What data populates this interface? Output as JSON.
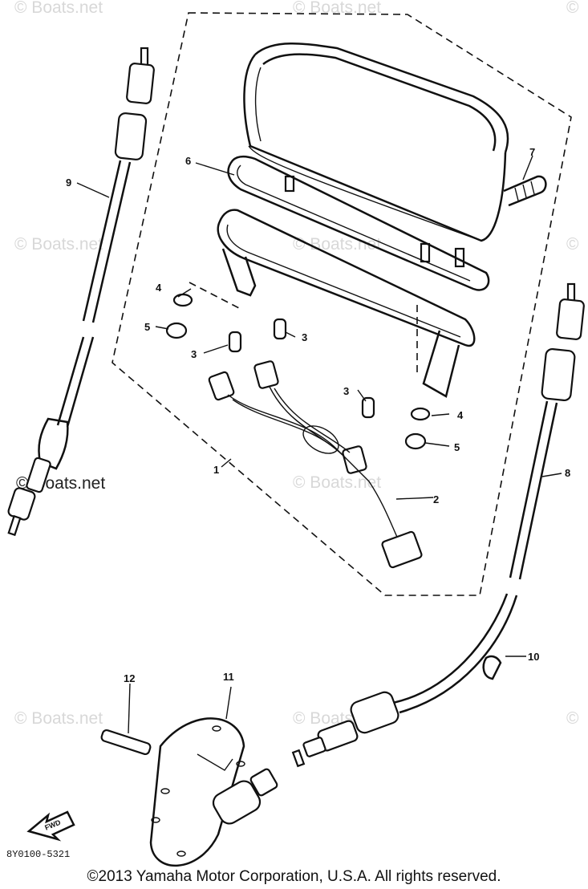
{
  "watermarks": [
    {
      "text": "© Boats.net"
    },
    {
      "text": "© Boats.net"
    },
    {
      "text": "© Boats.net"
    },
    {
      "text": "© Boats.net"
    },
    {
      "text": "© Boats.net"
    },
    {
      "text": "© Boats.net"
    },
    {
      "text": "© Boats.net"
    },
    {
      "text": "© Boats.net"
    }
  ],
  "watermark_dark": "©-Boats.net",
  "copyright_symbol": "©",
  "part_numbers": {
    "p1": "1",
    "p2": "2",
    "p3a": "3",
    "p3b": "3",
    "p3c": "3",
    "p4a": "4",
    "p4b": "4",
    "p5a": "5",
    "p5b": "5",
    "p6": "6",
    "p7": "7",
    "p8": "8",
    "p9": "9",
    "p10": "10",
    "p11": "11",
    "p12": "12"
  },
  "fwd_label": "FWD",
  "diagram_code": "8Y0100-5321",
  "copyright": "©2013 Yamaha Motor Corporation, U.S.A. All rights reserved."
}
